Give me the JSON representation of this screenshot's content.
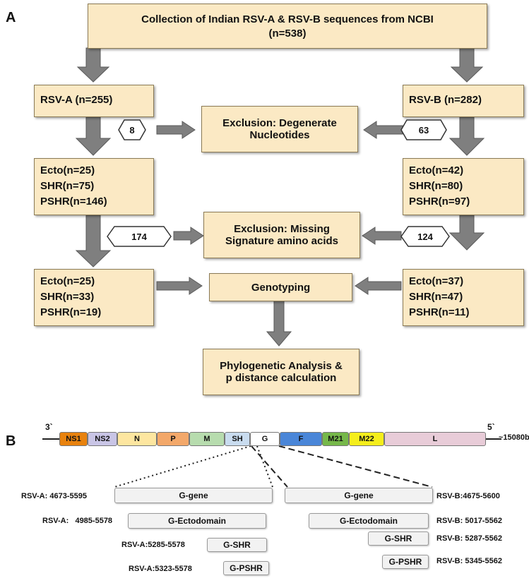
{
  "panel_a": {
    "label": "A",
    "top_box": {
      "line1": "Collection of Indian RSV-A & RSV-B sequences from NCBI",
      "line2": "(n=538)"
    },
    "rsv_a": "RSV-A (n=255)",
    "rsv_b": "RSV-B (n=282)",
    "exclusion1": {
      "line1": "Exclusion: Degenerate",
      "line2": "Nucleotides"
    },
    "hex_a1": "8",
    "hex_b1": "63",
    "a_step2": [
      "Ecto(n=25)",
      "SHR(n=75)",
      "PSHR(n=146)"
    ],
    "b_step2": [
      "Ecto(n=42)",
      "SHR(n=80)",
      "PSHR(n=97)"
    ],
    "exclusion2": {
      "line1": "Exclusion: Missing",
      "line2": "Signature amino acids"
    },
    "hex_a2": "174",
    "hex_b2": "124",
    "a_step3": [
      "Ecto(n=25)",
      "SHR(n=33)",
      "PSHR(n=19)"
    ],
    "b_step3": [
      "Ecto(n=37)",
      "SHR(n=47)",
      "PSHR(n=11)"
    ],
    "genotyping": "Genotyping",
    "phylo": {
      "line1": "Phylogenetic Analysis &",
      "line2": "p distance calculation"
    },
    "box_color": "#fbe9c4"
  },
  "panel_b": {
    "label": "B",
    "end3": "3`",
    "end5": "5`",
    "length": "~15080bp",
    "genes": [
      {
        "name": "NS1",
        "color": "#e8820e"
      },
      {
        "name": "NS2",
        "color": "#c9c5e6"
      },
      {
        "name": "N",
        "color": "#fde6a0"
      },
      {
        "name": "P",
        "color": "#f3a86a"
      },
      {
        "name": "M",
        "color": "#b7dcae"
      },
      {
        "name": "SH",
        "color": "#c9dcef"
      },
      {
        "name": "G",
        "color": "#ffffff"
      },
      {
        "name": "F",
        "color": "#4a86d8"
      },
      {
        "name": "M21",
        "color": "#76b84a"
      },
      {
        "name": "M22",
        "color": "#f5ee1c"
      },
      {
        "name": "L",
        "color": "#e8ccd8"
      }
    ],
    "a_gene": {
      "coord": "RSV-A: 4673-5595",
      "label": "G-gene"
    },
    "b_gene": {
      "coord": "RSV-B:4675-5600",
      "label": "G-gene"
    },
    "a_ecto": {
      "coord": "RSV-A:   4985-5578",
      "label": "G-Ectodomain"
    },
    "b_ecto": {
      "coord": "RSV-B: 5017-5562",
      "label": "G-Ectodomain"
    },
    "a_shr": {
      "coord": "RSV-A:5285-5578",
      "label": "G-SHR"
    },
    "b_shr": {
      "coord": "RSV-B: 5287-5562",
      "label": "G-SHR"
    },
    "a_pshr": {
      "coord": "RSV-A:5323-5578",
      "label": "G-PSHR"
    },
    "b_pshr": {
      "coord": "RSV-B: 5345-5562",
      "label": "G-PSHR"
    }
  }
}
